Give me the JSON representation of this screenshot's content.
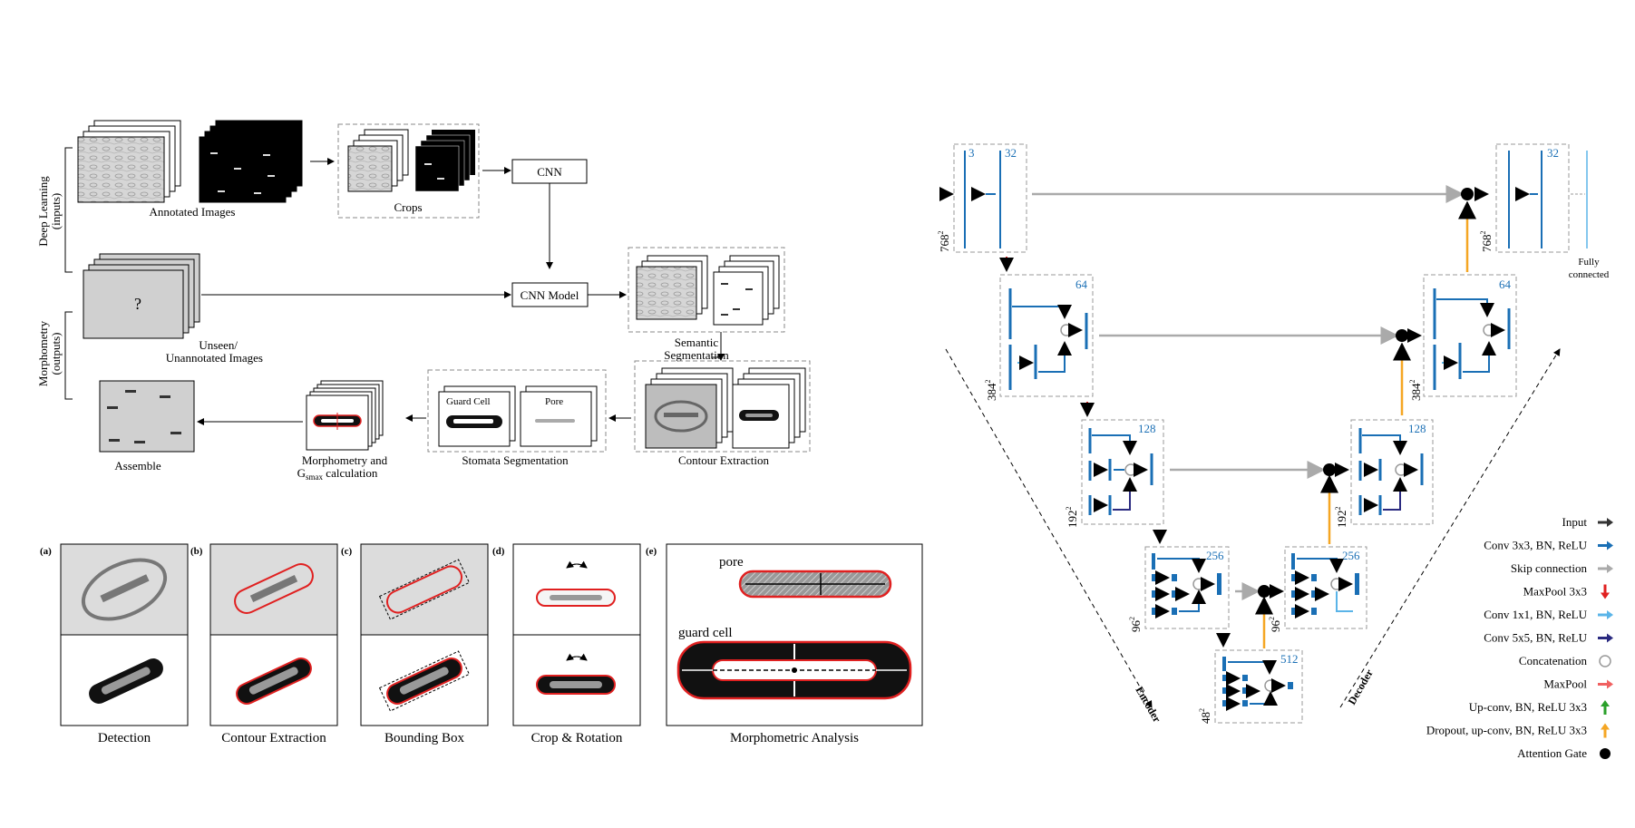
{
  "pipeline": {
    "side_inputs": "Deep Learning\n(inputs)",
    "side_outputs": "Morphometry\n(outputs)",
    "annotated_images": "Annotated Images",
    "crops": "Crops",
    "cnn": "CNN",
    "cnn_model": "CNN Model",
    "unknown_mark": "?",
    "unseen_1": "Unseen/",
    "unseen_2": "Unannotated Images",
    "semantic_1": "Semantic",
    "semantic_2": "Segmentation",
    "contour_extraction": "Contour Extraction",
    "stomata_segmentation": "Stomata Segmentation",
    "guard_cell": "Guard Cell",
    "pore": "Pore",
    "morpho_1": "Morphometry and",
    "morpho_2": "G",
    "morpho_2_sub": "smax",
    "morpho_2_rest": " calculation",
    "assemble": "Assemble"
  },
  "steps": {
    "a_tag": "(a)",
    "b_tag": "(b)",
    "c_tag": "(c)",
    "d_tag": "(d)",
    "e_tag": "(e)",
    "detection": "Detection",
    "contour_extraction": "Contour Extraction",
    "bounding_box": "Bounding Box",
    "crop_rotation": "Crop & Rotation",
    "morphometric_analysis": "Morphometric Analysis",
    "pore": "pore",
    "guard_cell": "guard cell"
  },
  "unet": {
    "ch_3": "3",
    "ch_32": "32",
    "ch_64": "64",
    "ch_128": "128",
    "ch_256": "256",
    "ch_512": "512",
    "dec_32": "32",
    "dec_64": "64",
    "dec_128": "128",
    "dec_256": "256",
    "res_768": "768",
    "res_384": "384",
    "res_192": "192",
    "res_96": "96",
    "res_48": "48",
    "sq": "2",
    "encoder": "Encoder",
    "decoder": "Decoder",
    "fully_connected_1": "Fully",
    "fully_connected_2": "connected"
  },
  "legend": {
    "items": [
      {
        "label": "Input",
        "color": "#333333",
        "kind": "arrow-right"
      },
      {
        "label": "Conv 3x3, BN, ReLU",
        "color": "#1a6fb5",
        "kind": "arrow-right"
      },
      {
        "label": "Skip connection",
        "color": "#aaaaaa",
        "kind": "arrow-right"
      },
      {
        "label": "MaxPool 3x3",
        "color": "#e02020",
        "kind": "arrow-down"
      },
      {
        "label": "Conv 1x1, BN, ReLU",
        "color": "#5ab4e8",
        "kind": "arrow-right"
      },
      {
        "label": "Conv 5x5, BN, ReLU",
        "color": "#2a2a80",
        "kind": "arrow-right"
      },
      {
        "label": "Concatenation",
        "color": "#999999",
        "kind": "circle"
      },
      {
        "label": "MaxPool",
        "color": "#f06060",
        "kind": "arrow-right"
      },
      {
        "label": "Up-conv, BN, ReLU 3x3",
        "color": "#2aa02a",
        "kind": "arrow-up"
      },
      {
        "label": "Dropout, up-conv, BN, ReLU 3x3",
        "color": "#f5a623",
        "kind": "arrow-up"
      },
      {
        "label": "Attention Gate",
        "color": "#000000",
        "kind": "dot"
      }
    ]
  },
  "colors": {
    "conv": "#1a6fb5",
    "skip": "#aaaaaa",
    "maxpool": "#e02020",
    "conv1": "#5ab4e8",
    "conv5": "#2a2a80",
    "upconv": "#2aa02a",
    "dropout": "#f5a623"
  }
}
